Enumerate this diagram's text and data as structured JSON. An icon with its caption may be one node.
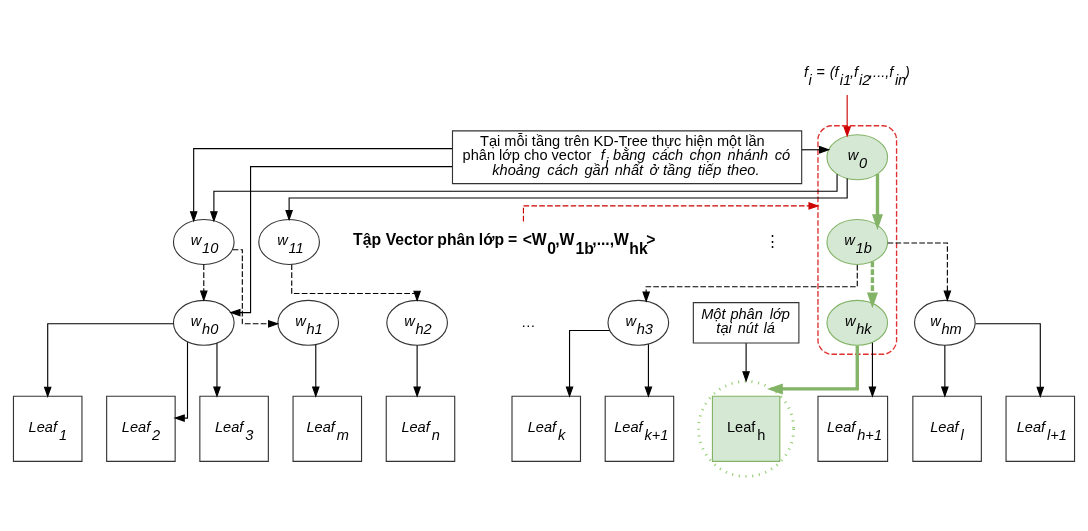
{
  "diagram": {
    "nodes": [
      {
        "text": [
          "Tại mỗi tầng trên KD-Tree thực hiện một lần phân lớp cho vector *f$_{i}$ bằng cách chọn nhánh có khoảng cách gần nhất ở tầng tiếp theo.*"
        ]
      },
      {
        "text": [
          "f$_{i}$ = (f$_{i1}$,f$_{i2}$,...,f$_{in}$)"
        ]
      },
      {
        "text": [
          "Tập Vector phân lớp = <W$_{0}$,W$_{1b}$,...,W$_{hk}$>"
        ]
      },
      {
        "text": [],
        "shape": "ellipse"
      },
      {
        "text": [
          "w$_{0}$"
        ],
        "in": 3
      },
      {
        "text": [
          "w$_{10}$"
        ]
      },
      {
        "text": [
          "w$_{11}$"
        ]
      },
      {
        "text": [
          "w$_{1b}$"
        ],
        "in": 3
      },
      {
        "text": [
          "w$_{h0}$"
        ]
      },
      {
        "text": [
          "w$_{h1}$"
        ]
      },
      {
        "text": [
          "w$_{h2}$"
        ]
      },
      {
        "text": [
          "w$_{h3}$"
        ]
      },
      {
        "text": [
          "w$_{hk}$"
        ],
        "in": 3
      },
      {
        "text": [
          "w$_{hm}$"
        ]
      },
      {
        "text": [
          "Leaf$_{1}$"
        ]
      },
      {
        "text": [
          "Leaf$_{2}$"
        ]
      },
      {
        "text": [
          "Leaf$_{3}$"
        ]
      },
      {
        "text": [
          "Leaf$_{m}$"
        ]
      },
      {
        "text": [
          "Leaf$_{n}$"
        ]
      },
      {
        "text": [
          "Leaf$_{k}$"
        ]
      },
      {
        "text": [
          "Leaf$_{k+1}$"
        ]
      },
      {
        "text": [
          "Leaf$_{h}$"
        ]
      },
      {
        "text": [
          "Leaf$_{h+1}$"
        ]
      },
      {
        "text": [
          "Leaf$_{l}$"
        ]
      },
      {
        "text": [
          "Leaf$_{l+1}$"
        ]
      },
      {
        "text": [
          "Một phân lớp tại nút lá"
        ]
      }
    ],
    "edges": [
      {
        "from": 0,
        "to": 4,
        "arrow": "to"
      },
      {
        "from": 1,
        "to": 4,
        "arrow": "to",
        "color": "#cc0000"
      },
      {
        "from": 2,
        "to": 3,
        "arrow": "to",
        "style": "dashed",
        "color": "#cc0000"
      },
      {
        "from": 4,
        "to": 5,
        "arrow": "to"
      },
      {
        "from": 4,
        "to": 6,
        "arrow": "to"
      },
      {
        "from": 4,
        "to": 7,
        "arrow": "to",
        "style": "thick",
        "color": "#82b366"
      },
      {
        "from": 0,
        "to": 5,
        "arrow": "to"
      },
      {
        "from": 0,
        "to": 8,
        "arrow": "to"
      },
      {
        "from": 5,
        "to": 8,
        "arrow": "to",
        "style": "dashed"
      },
      {
        "from": 5,
        "to": 9,
        "arrow": "to",
        "style": "dashed"
      },
      {
        "from": 6,
        "to": 10,
        "arrow": "to",
        "style": "dashed"
      },
      {
        "from": 7,
        "to": 11,
        "arrow": "to",
        "style": "dashed"
      },
      {
        "from": 7,
        "to": 12,
        "arrow": "to",
        "style": "dashed",
        "color": "#82b366"
      },
      {
        "from": 7,
        "to": 13,
        "arrow": "to",
        "style": "dashed"
      },
      {
        "from": 8,
        "to": 14,
        "arrow": "to"
      },
      {
        "from": 8,
        "to": 15,
        "arrow": "to"
      },
      {
        "from": 8,
        "to": 16,
        "arrow": "to"
      },
      {
        "from": 9,
        "to": 17,
        "arrow": "to"
      },
      {
        "from": 10,
        "to": 18,
        "arrow": "to"
      },
      {
        "from": 11,
        "to": 19,
        "arrow": "to"
      },
      {
        "from": 11,
        "to": 20,
        "arrow": "to"
      },
      {
        "from": 12,
        "to": 21,
        "arrow": "to",
        "style": "thick",
        "color": "#82b366"
      },
      {
        "from": 12,
        "to": 22,
        "arrow": "to"
      },
      {
        "from": 13,
        "to": 23,
        "arrow": "to"
      },
      {
        "from": 13,
        "to": 24,
        "arrow": "to"
      },
      {
        "from": 25,
        "to": 21,
        "arrow": "to"
      }
    ],
    "labels": [
      "⋮",
      "…"
    ]
  }
}
